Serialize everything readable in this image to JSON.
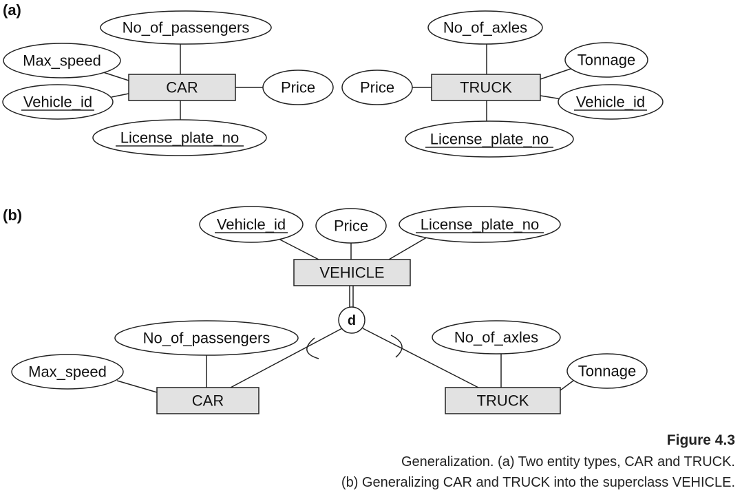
{
  "panel_a_label": "(a)",
  "panel_b_label": "(b)",
  "entities": {
    "car": "CAR",
    "truck": "TRUCK",
    "vehicle": "VEHICLE"
  },
  "attributes": {
    "no_of_passengers": "No_of_passengers",
    "max_speed": "Max_speed",
    "vehicle_id": "Vehicle_id",
    "license_plate_no": "License_plate_no",
    "price": "Price",
    "no_of_axles": "No_of_axles",
    "tonnage": "Tonnage"
  },
  "disjoint_symbol": "d",
  "caption": {
    "title": "Figure 4.3",
    "line1": "Generalization. (a) Two entity types, CAR and TRUCK.",
    "line2": "(b) Generalizing CAR and TRUCK into the superclass VEHICLE."
  }
}
